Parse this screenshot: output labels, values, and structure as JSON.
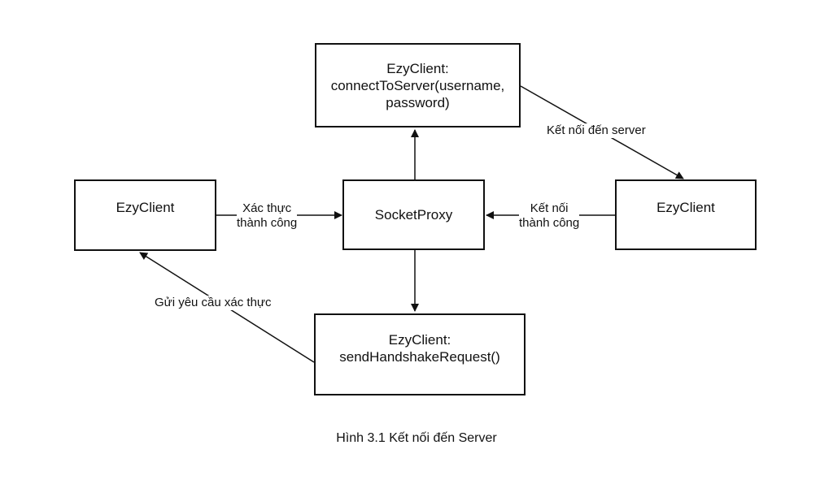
{
  "colors": {
    "stroke": "#111111",
    "background": "#ffffff"
  },
  "nodes": {
    "connect": {
      "line1": "EzyClient:",
      "line2": "connectToServer(username,",
      "line3": "password)"
    },
    "client_left": {
      "label": "EzyClient"
    },
    "proxy": {
      "label": "SocketProxy"
    },
    "client_right": {
      "label": "EzyClient"
    },
    "handshake": {
      "line1": "EzyClient:",
      "line2": "sendHandshakeRequest()"
    }
  },
  "edges": {
    "connect_server": "Kết nối đến server",
    "auth_success": {
      "line1": "Xác thực",
      "line2": "thành công"
    },
    "connect_success": {
      "line1": "Kết nối",
      "line2": "thành công"
    },
    "send_auth": "Gửi yêu cầu xác thực"
  },
  "caption": "Hình 3.1 Kết nối đến Server"
}
